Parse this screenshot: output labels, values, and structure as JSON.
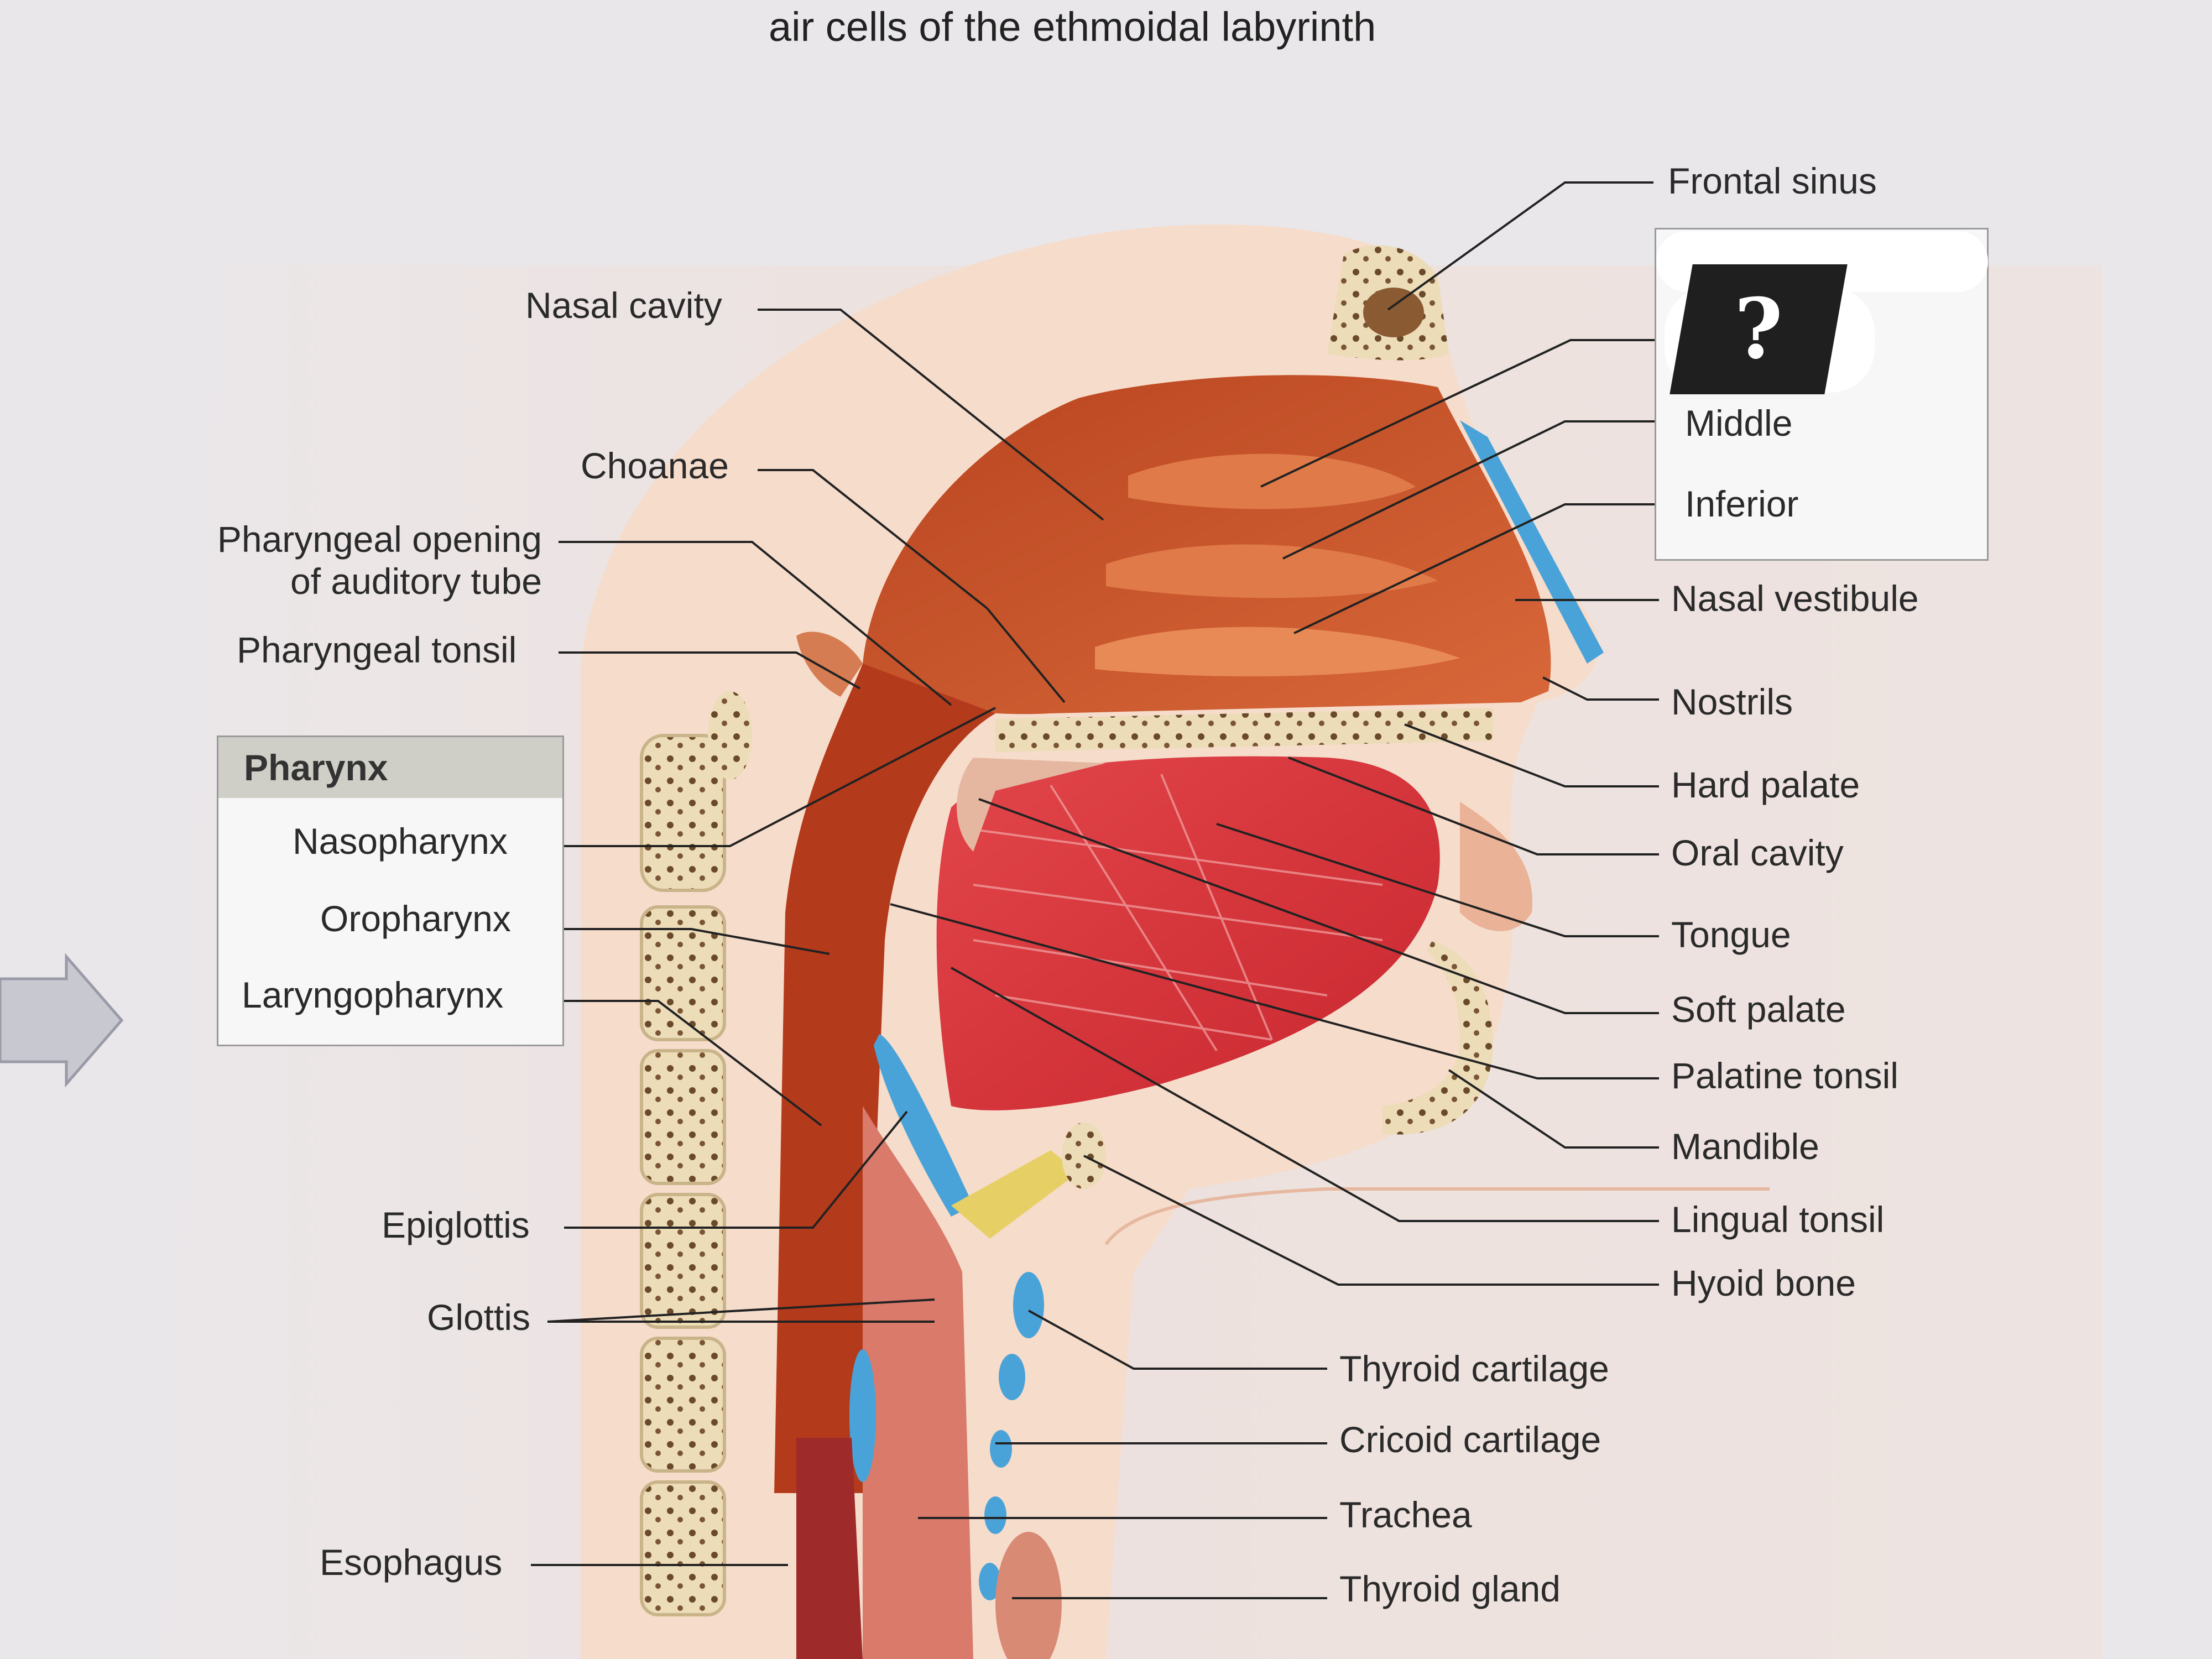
{
  "top_caption": "air cells of the ethmoidal labyrinth",
  "hidden_label_mark": "?",
  "left_labels": {
    "nasal_cavity": "Nasal cavity",
    "choanae": "Choanae",
    "pharyngeal_opening_line1": "Pharyngeal opening",
    "pharyngeal_opening_line2": "of auditory tube",
    "pharyngeal_tonsil": "Pharyngeal tonsil",
    "epiglottis": "Epiglottis",
    "glottis": "Glottis",
    "esophagus": "Esophagus"
  },
  "pharynx_box": {
    "title": "Pharynx",
    "items": [
      "Nasopharynx",
      "Oropharynx",
      "Laryngopharynx"
    ]
  },
  "conchae_box": {
    "items": [
      "Middle",
      "Inferior"
    ]
  },
  "right_labels": {
    "frontal_sinus": "Frontal sinus",
    "nasal_vestibule": "Nasal vestibule",
    "nostrils": "Nostrils",
    "hard_palate": "Hard palate",
    "oral_cavity": "Oral cavity",
    "tongue": "Tongue",
    "soft_palate": "Soft palate",
    "palatine_tonsil": "Palatine tonsil",
    "mandible": "Mandible",
    "lingual_tonsil": "Lingual tonsil",
    "hyoid_bone": "Hyoid bone"
  },
  "bottom_labels": {
    "thyroid_cartilage": "Thyroid cartilage",
    "cricoid_cartilage": "Cricoid cartilage",
    "trachea": "Trachea",
    "thyroid_gland": "Thyroid gland"
  },
  "colors": {
    "tissue": "#c8502c",
    "muscle": "#d9363c",
    "bone": "#ead9b5",
    "cartilage": "#4aa3d8",
    "skin": "#f4d8c4",
    "leader": "#222222"
  }
}
